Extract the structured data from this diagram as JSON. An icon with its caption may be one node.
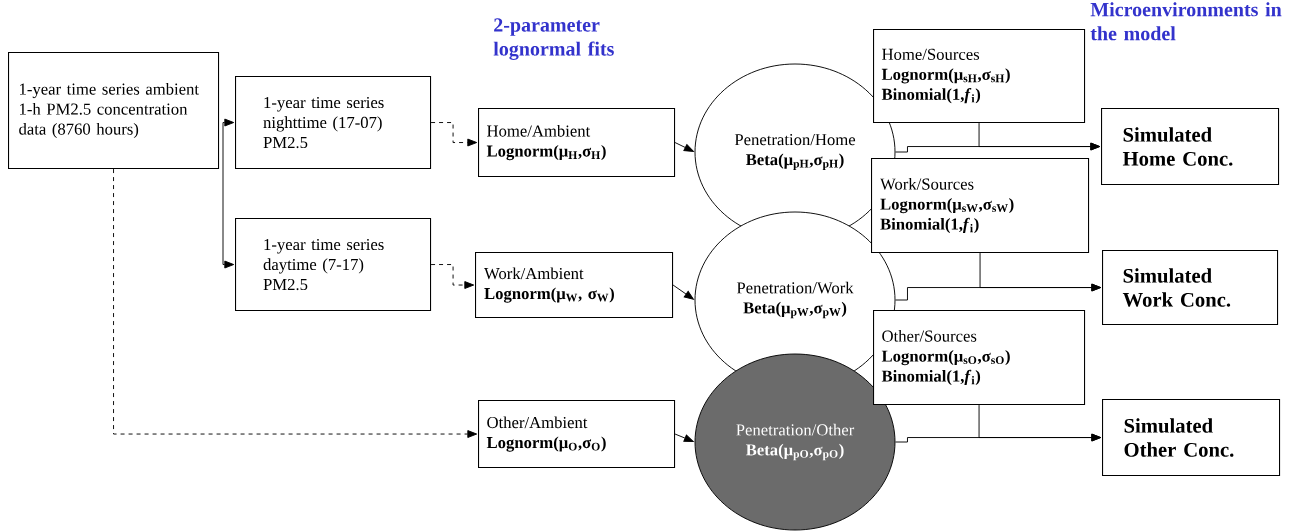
{
  "diagram": {
    "nodes": [
      {
        "text": [
          "1-year time series ambient 1-h PM2.5 concentration data (8760 hours)"
        ]
      },
      {
        "text": [
          "1-year time series nighttime (17-07) PM2.5"
        ]
      },
      {
        "text": [
          "1-year time series daytime (7-17) PM2.5"
        ]
      },
      {
        "text": [
          "Home/Ambient",
          "Lognorm(μ$_{H}$,σ$_{H}$)"
        ]
      },
      {
        "text": [
          "Work/Ambient",
          "Lognorm(μ$_{W}$, σ$_{W}$)"
        ]
      },
      {
        "text": [
          "Other/Ambient",
          "Lognorm(μ$_{O}$,σ$_{O}$)"
        ]
      },
      {
        "text": [
          "Penetration/Home",
          "Beta(μ$_{pH}$,σ$_{pH}$)"
        ]
      },
      {
        "text": [
          "Penetration/Work",
          "Beta(μ$_{pW}$,σ$_{pW}$)"
        ]
      },
      {
        "text": [
          "Penetration/Other",
          "Beta(μ$_{pO}$,σ$_{pO}$)"
        ]
      },
      {
        "text": [
          "Home/Sources",
          "Lognorm(μ$_{sH}$,σ$_{sH}$)",
          "Binomial(1,*f*$_{i}$)"
        ]
      },
      {
        "text": [
          "Work/Sources",
          "Lognorm(μ$_{sW}$,σ$_{sW}$)",
          "Binomial(1,*f*$_{i}$)"
        ]
      },
      {
        "text": [
          "Other/Sources",
          "Lognorm(μ$_{sO}$,σ$_{sO}$)",
          "Binomial(1,*f*$_{i}$)"
        ]
      },
      {
        "text": [
          "Simulated Home Conc."
        ]
      },
      {
        "text": [
          "Simulated Work Conc."
        ]
      },
      {
        "text": [
          "Simulated Other Conc."
        ]
      }
    ],
    "edges": [
      {
        "from": 0,
        "to": 5,
        "arrow": "to",
        "style": "dashed"
      },
      {
        "from": 1,
        "to": 2,
        "arrow": "both"
      },
      {
        "from": 1,
        "to": 3,
        "arrow": "to",
        "style": "dashed"
      },
      {
        "from": 2,
        "to": 4,
        "arrow": "to",
        "style": "dashed"
      },
      {
        "from": 3,
        "to": 6,
        "arrow": "to"
      },
      {
        "from": 4,
        "to": 7,
        "arrow": "to"
      },
      {
        "from": 5,
        "to": 8,
        "arrow": "to"
      },
      {
        "from": 6,
        "to": 12,
        "arrow": "to"
      },
      {
        "from": 9,
        "to": 12,
        "arrow": "to"
      },
      {
        "from": 7,
        "to": 13,
        "arrow": "to"
      },
      {
        "from": 10,
        "to": 13,
        "arrow": "to"
      },
      {
        "from": 8,
        "to": 14,
        "arrow": "to"
      },
      {
        "from": 11,
        "to": 14,
        "arrow": "to"
      }
    ],
    "labels": [
      "2-parameter lognormal fits",
      "Microenvironments in the model"
    ]
  }
}
